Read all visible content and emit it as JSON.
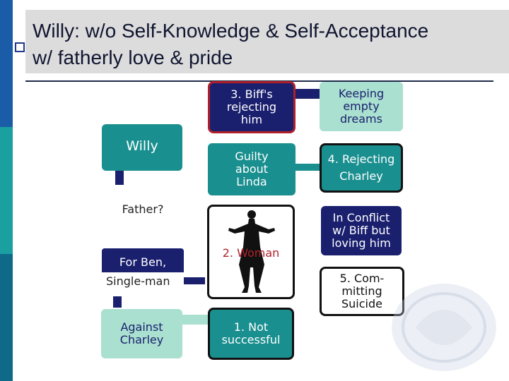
{
  "slide": {
    "title_line1": "Willy: w/o Self-Knowledge & Self-Acceptance",
    "title_line2": "w/ fatherly love & pride"
  },
  "nodes": {
    "willy": "Willy",
    "father": "Father?",
    "for_ben": "For Ben,",
    "single_man": "Single-man",
    "against_charley": "Against Charley",
    "biffs_rejecting": "3. Biff's rejecting him",
    "guilty_linda": "Guilty about Linda",
    "woman": "2. Woman",
    "not_successful": "1. Not successful",
    "keeping_dreams": "Keeping empty dreams",
    "rejecting_charley": "4. Rejecting Charley",
    "in_conflict": "In Conflict w/ Biff but loving him",
    "committing_suicide": "5. Com- mitting Suicide"
  },
  "colors": {
    "teal": "#1a8f8f",
    "teal_light": "#a9e0cf",
    "navy": "#1a1f6e",
    "blue_strip": "#1a5ca8",
    "red_border": "#b0202a"
  }
}
